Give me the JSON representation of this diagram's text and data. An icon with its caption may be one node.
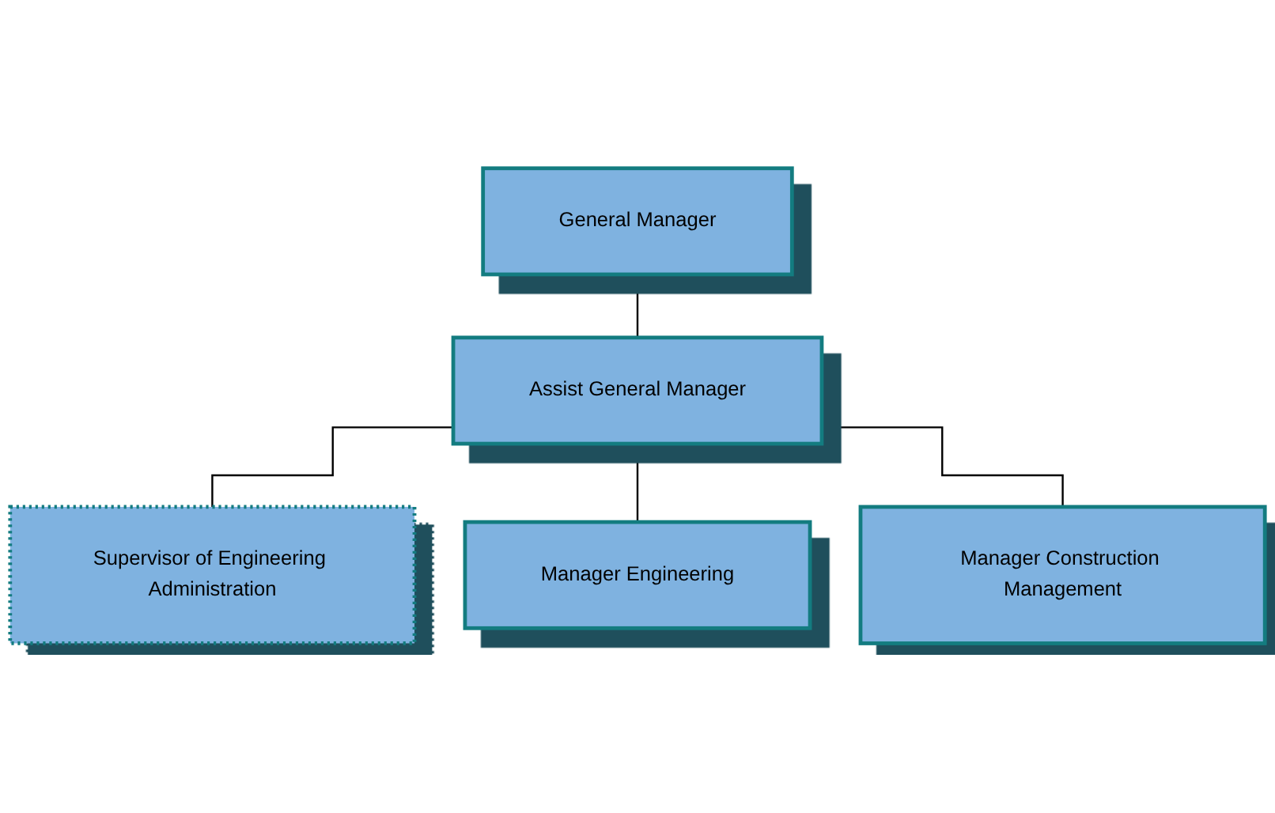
{
  "diagram": {
    "nodes": [
      {
        "text": [
          "General Manager"
        ]
      },
      {
        "text": [
          "Assist General Manager"
        ]
      },
      {
        "text": [
          "Supervisor of Engineering Administration"
        ]
      },
      {
        "text": [
          "Manager Engineering"
        ]
      },
      {
        "text": [
          "Manager Construction Management"
        ]
      }
    ],
    "edges": [
      {
        "from": 0,
        "to": 1,
        "arrow": "none"
      },
      {
        "from": 1,
        "to": 2,
        "arrow": "none"
      },
      {
        "from": 1,
        "to": 3,
        "arrow": "none"
      },
      {
        "from": 1,
        "to": 4,
        "arrow": "none"
      }
    ]
  }
}
